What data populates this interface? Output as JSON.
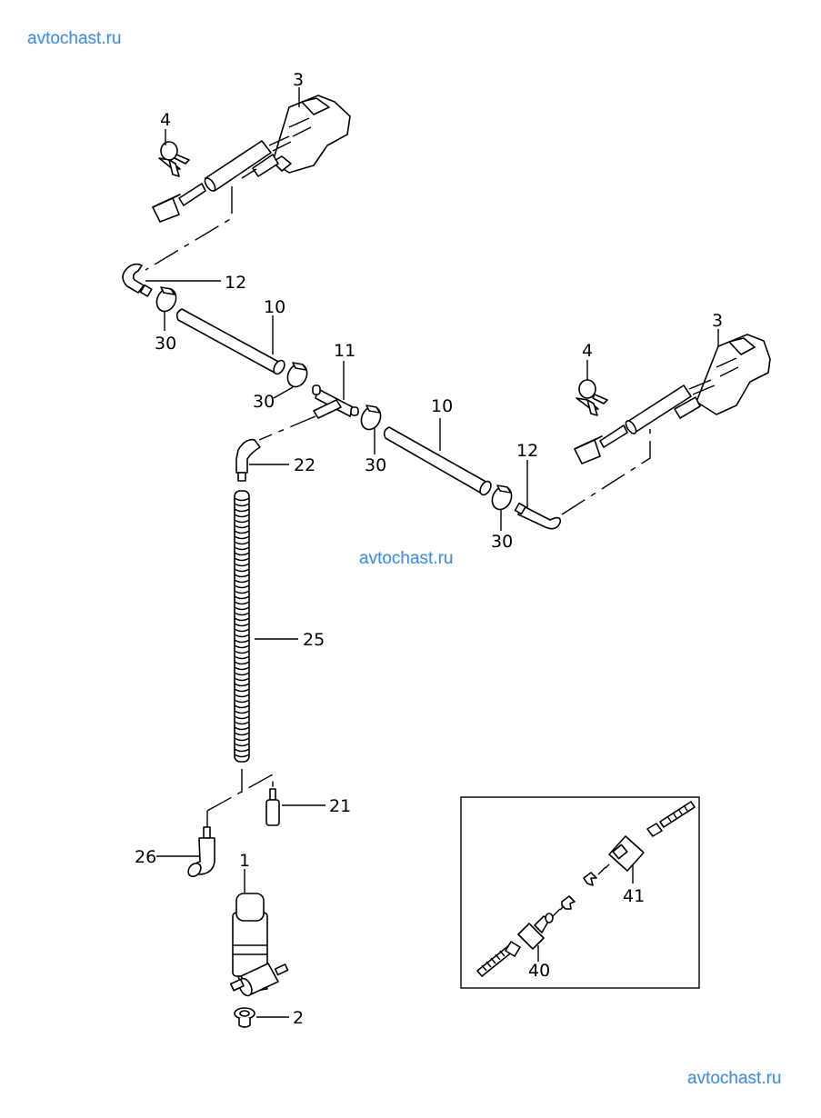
{
  "watermarks": [
    "avtochast.ru",
    "avtochast.ru",
    "avtochast.ru"
  ],
  "callouts": {
    "nozzle_left": "3",
    "clip_left": "4",
    "elbow_left": "12",
    "hose_left": "10",
    "clamp_1": "30",
    "clamp_2": "30",
    "tee": "11",
    "clamp_3": "30",
    "hose_right": "10",
    "elbow_22": "22",
    "clamp_4": "30",
    "elbow_right": "12",
    "nozzle_right": "3",
    "clip_right": "4",
    "corrugated_hose": "25",
    "connector_21": "21",
    "elbow_26": "26",
    "pump": "1",
    "grommet": "2",
    "inset_connector_40": "40",
    "inset_connector_41": "41"
  }
}
